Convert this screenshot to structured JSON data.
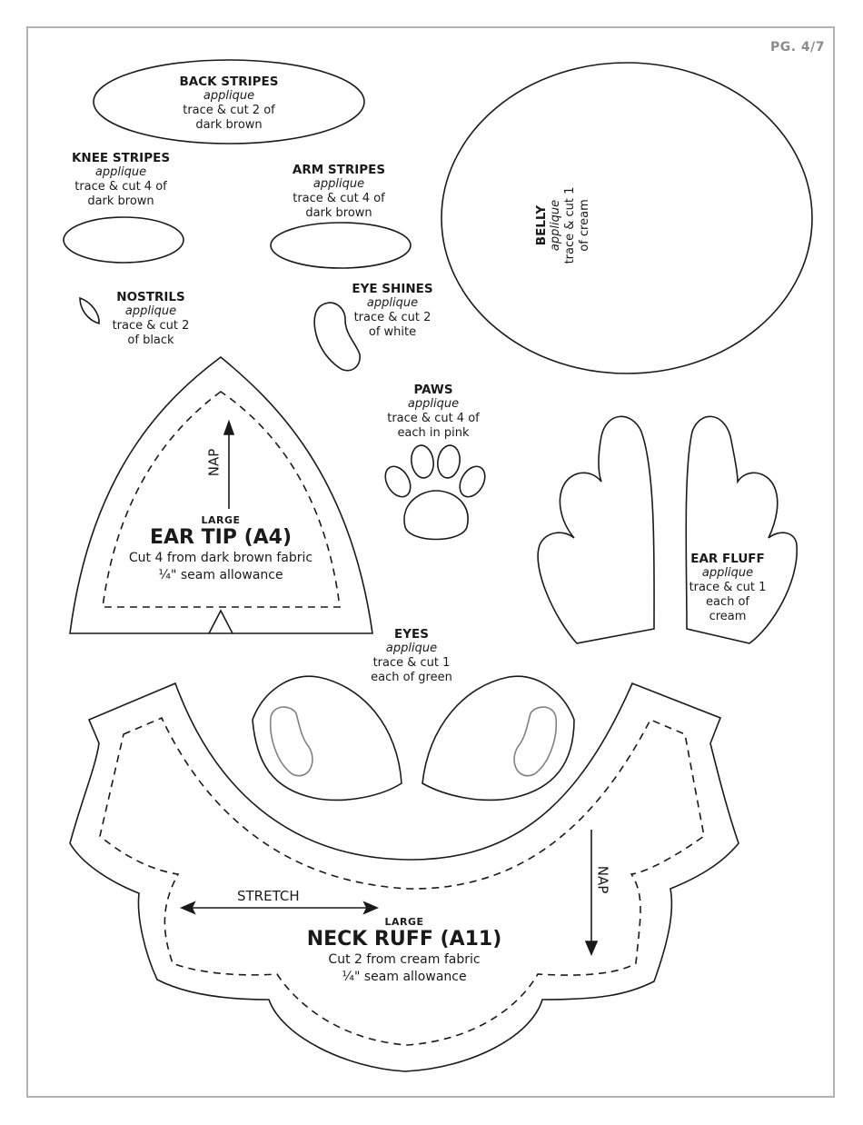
{
  "page": {
    "number_label": "PG. 4/7"
  },
  "colors": {
    "outline": "#1a1a1a",
    "frame": "#b3b3b3",
    "page_label": "#8c8c8c",
    "eye_shine_outline": "#808080"
  },
  "pieces": {
    "back_stripes": {
      "title": "BACK STRIPES",
      "type": "applique",
      "line1": "trace & cut 2 of",
      "line2": "dark brown"
    },
    "knee_stripes": {
      "title": "KNEE STRIPES",
      "type": "applique",
      "line1": "trace & cut 4 of",
      "line2": "dark brown"
    },
    "arm_stripes": {
      "title": "ARM STRIPES",
      "type": "applique",
      "line1": "trace & cut 4 of",
      "line2": "dark brown"
    },
    "belly": {
      "title": "BELLY",
      "type": "applique",
      "line1": "trace & cut 1",
      "line2": "of cream"
    },
    "nostrils": {
      "title": "NOSTRILS",
      "type": "applique",
      "line1": "trace & cut 2",
      "line2": "of black"
    },
    "eye_shines": {
      "title": "EYE SHINES",
      "type": "applique",
      "line1": "trace & cut 2",
      "line2": "of white"
    },
    "paws": {
      "title": "PAWS",
      "type": "applique",
      "line1": "trace & cut 4 of",
      "line2": "each in pink"
    },
    "ear_fluff": {
      "title": "EAR FLUFF",
      "type": "applique",
      "line1": "trace & cut 1",
      "line2": "each of",
      "line3": "cream"
    },
    "eyes": {
      "title": "EYES",
      "type": "applique",
      "line1": "trace & cut 1",
      "line2": "each of green"
    },
    "ear_tip": {
      "size": "LARGE",
      "name": "EAR TIP (A4)",
      "cut": "Cut 4 from dark brown fabric",
      "seam": "¼\" seam allowance",
      "nap_label": "NAP"
    },
    "neck_ruff": {
      "size": "LARGE",
      "name": "NECK RUFF (A11)",
      "cut": "Cut 2 from cream fabric",
      "seam": "¼\" seam allowance",
      "nap_label": "NAP",
      "stretch_label": "STRETCH"
    }
  }
}
